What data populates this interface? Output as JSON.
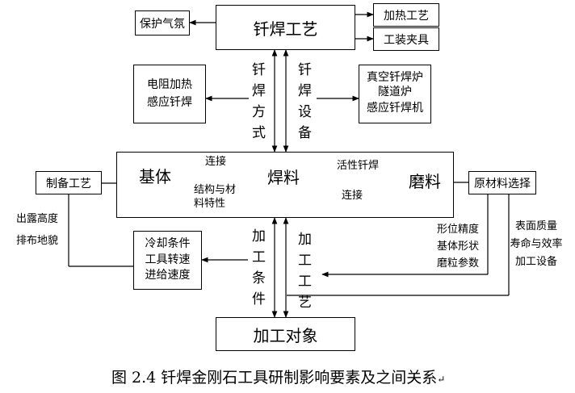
{
  "nodes": {
    "brazing_process": "钎焊工艺",
    "protective_atmosphere": "保护气氛",
    "heating_process": "加热工艺",
    "fixture": "工装夹具",
    "brazing_method_options": [
      "电阻加热",
      "感应钎焊"
    ],
    "brazing_equipment_options": [
      "真空钎焊炉",
      "隧道炉",
      "感应钎焊机"
    ],
    "substrate": "基体",
    "filler": "焊料",
    "abrasive": "磨料",
    "preparation_process": "制备工艺",
    "raw_material_selection": "原材料选择",
    "machining_conditions_options": [
      "冷却条件",
      "工具转速",
      "进给速度"
    ],
    "workpiece": "加工对象"
  },
  "labels": {
    "brazing_method_vertical": [
      "钎",
      "焊",
      "方",
      "式"
    ],
    "brazing_equipment_vertical": [
      "钎",
      "焊",
      "设",
      "备"
    ],
    "machining_conditions_vertical": [
      "加",
      "工",
      "条",
      "件"
    ],
    "machining_process_vertical": [
      "加",
      "工",
      "工",
      "艺"
    ],
    "connect_left": "连接",
    "structure_properties": [
      "结构与材",
      "料特性"
    ],
    "active_brazing": "活性钎焊",
    "connect_right": "连接",
    "prep_outputs": [
      "出露高度",
      "排布地貌"
    ],
    "abrasive_params": [
      "形位精度",
      "基体形状",
      "磨粒参数"
    ],
    "quality_outputs": [
      "表面质量",
      "寿命与效率",
      "加工设备"
    ]
  },
  "caption": "图 2.4 钎焊金刚石工具研制影响要素及之间关系",
  "caption_mark": "↵"
}
